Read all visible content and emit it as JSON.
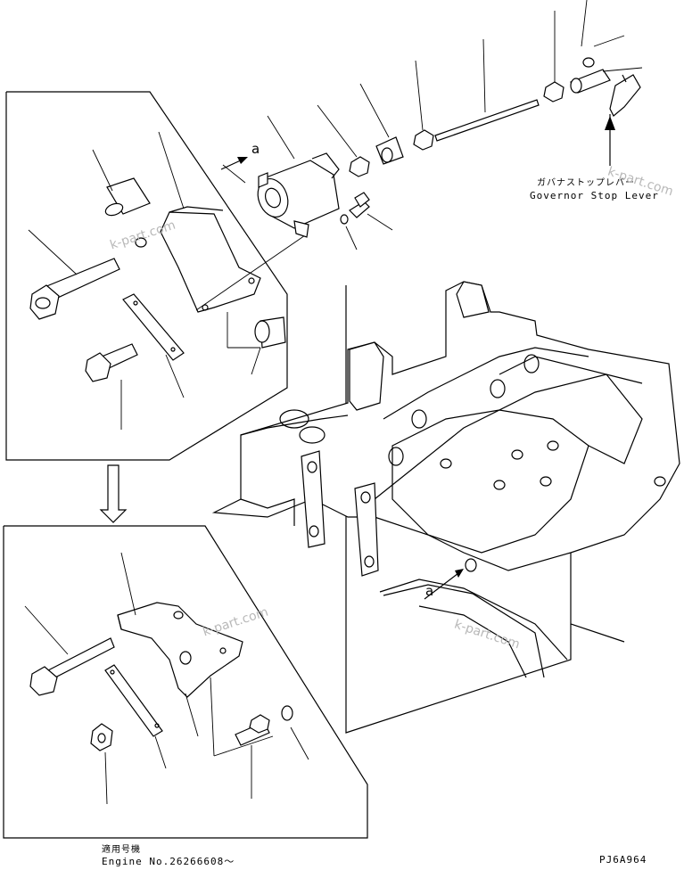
{
  "labels": {
    "governor_jp": "ガバナストップレバー",
    "governor_en": "Governor Stop Lever",
    "applicable_jp": "適用号機",
    "engine_serial": "Engine No.26266608～",
    "figure_code": "PJ6A964",
    "view_marker_top": "a",
    "view_marker_bottom": "a"
  },
  "watermarks": [
    "k-part.com",
    "k-part.com",
    "k-part.com",
    "k-part.com"
  ]
}
